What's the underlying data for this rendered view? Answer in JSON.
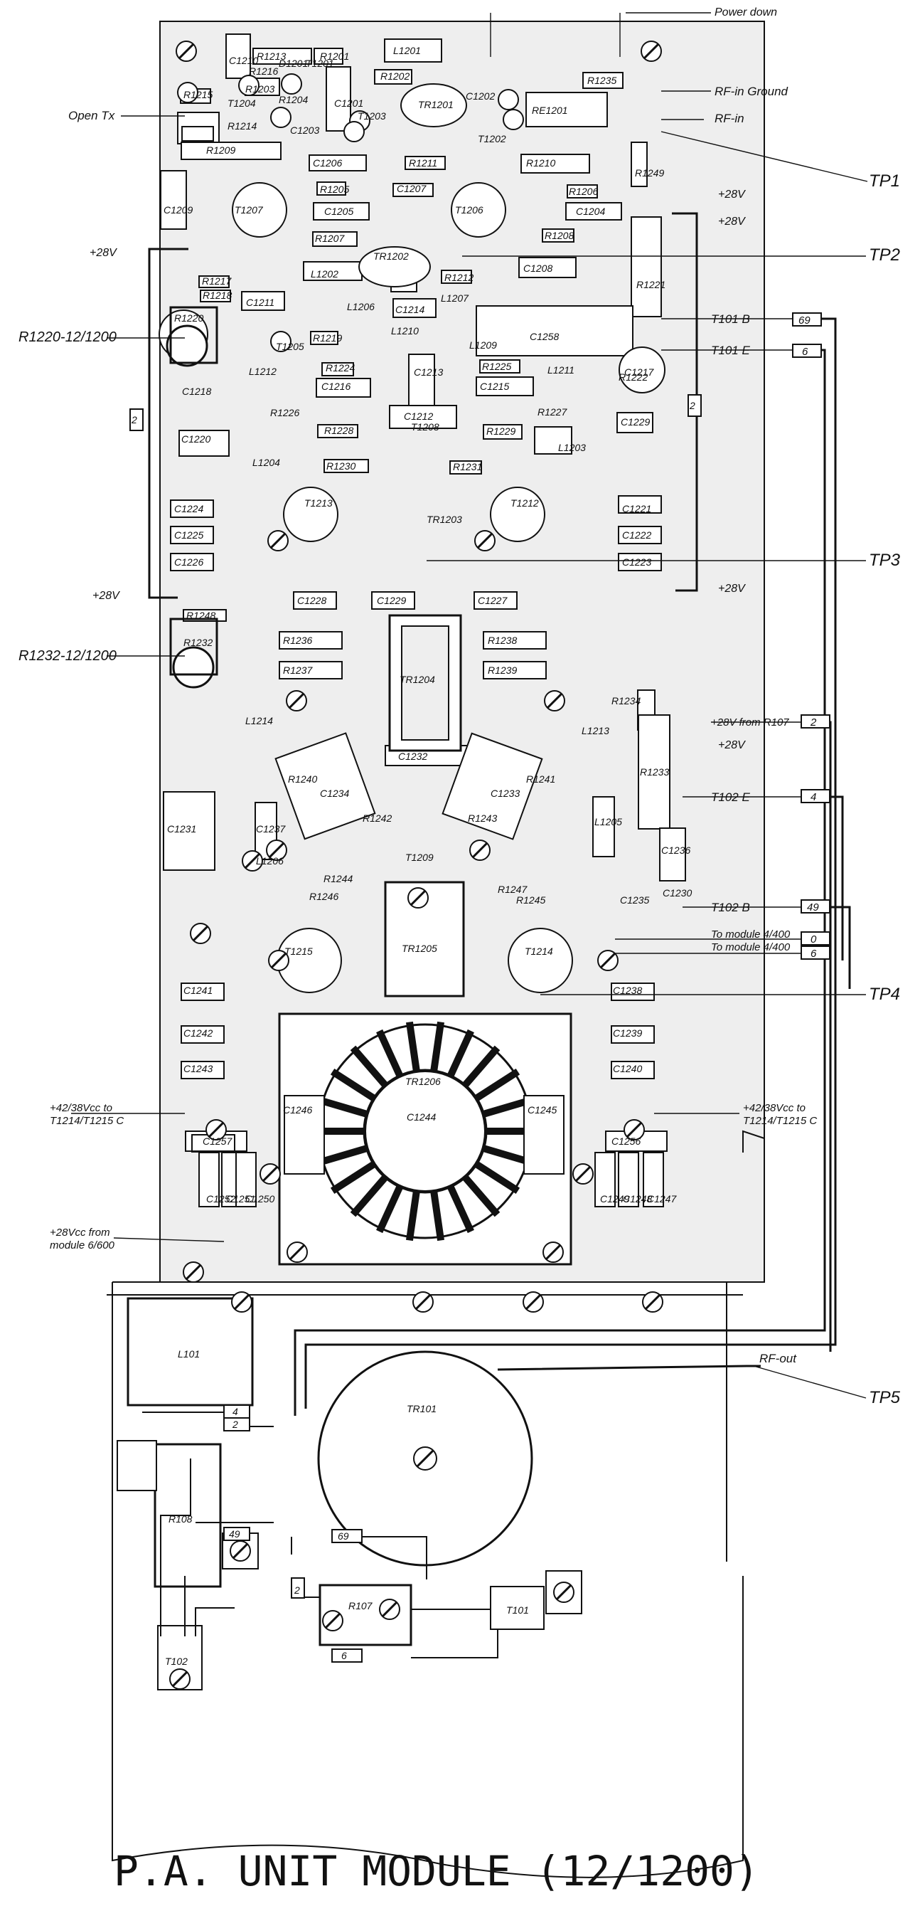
{
  "title": "P.A. UNIT MODULE (12/1200)",
  "colors": {
    "ink": "#111111",
    "board": "#eeeeee",
    "paper": "#ffffff"
  },
  "callouts": {
    "power_down": "Power down",
    "rf_in_ground": "RF-in Ground",
    "rf_in": "RF-in",
    "open_tx": "Open Tx",
    "tp1": "TP1",
    "tp2": "TP2",
    "tp3": "TP3",
    "tp4": "TP4",
    "tp5": "TP5",
    "plus28v_a": "+28V",
    "plus28v_b": "+28V",
    "plus28v_left_top": "+28V",
    "plus28v_left_mid": "+28V",
    "plus28v_right_mid": "+28V",
    "t101b": "T101 B",
    "t101e": "T101 E",
    "r1220": "R1220-12/1200",
    "r1232": "R1232-12/1200",
    "plus28v_from_r107": "+28V from R107",
    "plus28v_c": "+28V",
    "t102e": "T102 E",
    "t102b": "T102 B",
    "to_module_a": "To module 4/400",
    "to_module_b": "To module 4/400",
    "vcc_left_1": "+42/38Vcc to",
    "vcc_left_2": "T1214/T1215 C",
    "vcc_right_1": "+42/38Vcc to",
    "vcc_right_2": "T1214/T1215 C",
    "vcc28_1": "+28Vcc from",
    "vcc28_2": "module 6/600",
    "rf_out": "RF-out"
  },
  "wire_tags": {
    "t101b": "69",
    "t101e": "6",
    "r107": "2",
    "t102e": "4",
    "t102b": "49",
    "mod_a": "0",
    "mod_b": "6",
    "link_left": "2",
    "link_right": "2"
  },
  "components": {
    "r1213": "R1213",
    "r1201": "R1201",
    "l1201": "L1201",
    "c1210": "C1210",
    "d1201": "D1201",
    "t1201": "T1201",
    "r1216": "R1216",
    "r1215": "R1215",
    "t1204": "T1204",
    "r1203": "R1203",
    "r1204": "R1204",
    "c1201": "C1201",
    "r1202": "R1202",
    "tr1201": "TR1201",
    "c1202": "C1202",
    "r1235": "R1235",
    "re1201": "RE1201",
    "r1214": "R1214",
    "c1203": "C1203",
    "t1203": "T1203",
    "t1202": "T1202",
    "r1209": "R1209",
    "c1206": "C1206",
    "r1211": "R1211",
    "r1210": "R1210",
    "r1249": "R1249",
    "c1209": "C1209",
    "t1207": "T1207",
    "r1205": "R1205",
    "c1207": "C1207",
    "r1206": "R1206",
    "t1206": "T1206",
    "c1205": "C1205",
    "c1204": "C1204",
    "r1207": "R1207",
    "r1208": "R1208",
    "tr1202": "TR1202",
    "l1202": "L1202",
    "c1208": "C1208",
    "r1221": "R1221",
    "r1217": "R1217",
    "r1218": "R1218",
    "c1211": "C1211",
    "l1206": "L1206",
    "r1212": "R1212",
    "l1207": "L1207",
    "c1214": "C1214",
    "r1220": "R1220",
    "t1205": "T1205",
    "r1219": "R1219",
    "l1210": "L1210",
    "c1213": "C1213",
    "l1209": "L1209",
    "c1258": "C1258",
    "l1212": "L1212",
    "r1224": "R1224",
    "r1225": "R1225",
    "l1211": "L1211",
    "c1218": "C1218",
    "c1216": "C1216",
    "c1215": "C1215",
    "r1222": "R1222",
    "c1217": "C1217",
    "r1226": "R1226",
    "c1212": "C1212",
    "r1227": "R1227",
    "c1229": "C1229",
    "c1220": "C1220",
    "r1228": "R1228",
    "r1229": "R1229",
    "l1204": "L1204",
    "t1208": "T1208",
    "l1203": "L1203",
    "r1230": "R1230",
    "r1231": "R1231",
    "c1224": "C1224",
    "t1213": "T1213",
    "tr1203": "TR1203",
    "t1212": "T1212",
    "c1221": "C1221",
    "c1225": "C1225",
    "c1222": "C1222",
    "c1226": "C1226",
    "c1223": "C1223",
    "c1228": "C1228",
    "c1229b": "C1229",
    "c1227": "C1227",
    "r1248": "R1248",
    "r1232": "R1232",
    "r1236": "R1236",
    "r1238": "R1238",
    "tr1204": "TR1204",
    "r1237": "R1237",
    "r1239": "R1239",
    "r1234": "R1234",
    "l1214": "L1214",
    "l1213": "L1213",
    "c1232": "C1232",
    "r1233": "R1233",
    "r1240": "R1240",
    "c1234": "C1234",
    "r1242": "R1242",
    "r1243": "R1243",
    "c1233": "C1233",
    "r1241": "R1241",
    "c1231": "C1231",
    "c1237": "C1237",
    "l1206b": "L1206",
    "t1209": "T1209",
    "l1205": "L1205",
    "c1236": "C1236",
    "c1230": "C1230",
    "r1244": "R1244",
    "r1246": "R1246",
    "r1247": "R1247",
    "r1245": "R1245",
    "c1235": "C1235",
    "t1215": "T1215",
    "tr1205": "TR1205",
    "t1214": "T1214",
    "c1241": "C1241",
    "c1238": "C1238",
    "c1242": "C1242",
    "c1239": "C1239",
    "c1243": "C1243",
    "c1240": "C1240",
    "tr1206": "TR1206",
    "c1246": "C1246",
    "c1245": "C1245",
    "c1244": "C1244",
    "c1257": "C1257",
    "c1256": "C1256",
    "c1252": "C1252",
    "c1251": "C1251",
    "c1250": "C1250",
    "c1249": "C1249",
    "c1248": "C1248",
    "c1247": "C1247",
    "l101": "L101",
    "tr101": "TR101",
    "r108": "R108",
    "r107": "R107",
    "t101": "T101",
    "t102": "T102",
    "tag4": "4",
    "tag2": "2",
    "tag49": "49",
    "tag69": "69",
    "tag6": "6",
    "tag2b": "2"
  }
}
